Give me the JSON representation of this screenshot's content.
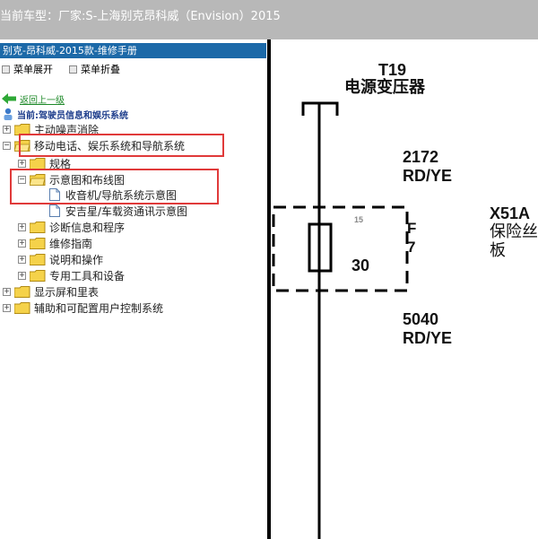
{
  "header": {
    "vehicle_label": "当前车型：",
    "vehicle_value": "厂家:S-上海别克昂科威（Envision）2015"
  },
  "panel": {
    "title": "别克-昂科威-2015款-维修手册"
  },
  "toolbar": {
    "expand_label": "菜单展开",
    "collapse_label": "菜单折叠"
  },
  "nav": {
    "back_label": "返回上一级",
    "current_label": "当前:驾驶员信息和娱乐系统"
  },
  "tree": {
    "item1": "主动噪声消除",
    "item2": "移动电话、娱乐系统和导航系统",
    "item3": "规格",
    "item4": "示意图和布线图",
    "item5": "收音机/导航系统示意图",
    "item6": "安吉星/车载资通讯示意图",
    "item7": "诊断信息和程序",
    "item8": "维修指南",
    "item9": "说明和操作",
    "item10": "专用工具和设备",
    "item11": "显示屏和里表",
    "item12": "辅助和可配置用户控制系统"
  },
  "diagram": {
    "component_id": "T19",
    "component_name": "电源变压器",
    "wire_top_circuit": "2172",
    "wire_top_color": "RD/YE",
    "fuse_label_letter": "F",
    "fuse_label_number": "7",
    "fuse_rating": "30",
    "fuse_small_mark": "15",
    "wire_bottom_circuit": "5040",
    "wire_bottom_color": "RD/YE",
    "connector_id": "X51A",
    "connector_name_line1": "保险丝",
    "connector_name_line2": "板"
  },
  "colors": {
    "title_bar": "#1c69a8",
    "top_bar": "#b8b8b8",
    "highlight_box": "#e03a3a",
    "back_link": "#1f8a2a"
  }
}
